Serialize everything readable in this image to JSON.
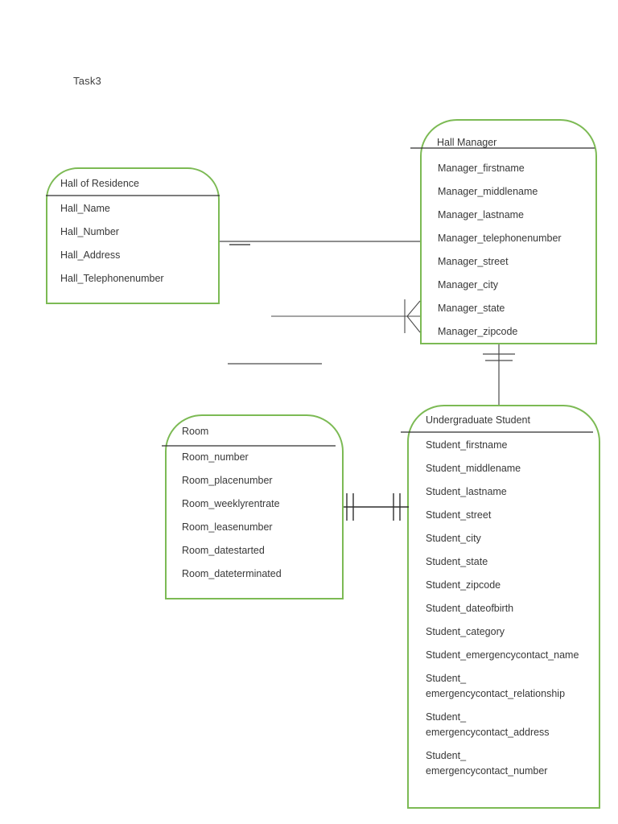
{
  "page": {
    "task_label": "Task3"
  },
  "diagram": {
    "type": "entity-relationship-diagram",
    "colors": {
      "entity_border": "#7cba54",
      "connector_line": "#4a4a4a",
      "title_underline": "#2f2f2f",
      "text": "#383838",
      "background": "#ffffff"
    },
    "entities": [
      {
        "id": "hall-of-residence",
        "title": "Hall of Residence",
        "attributes": [
          "Hall_Name",
          "Hall_Number",
          "Hall_Address",
          "Hall_Telephonenumber"
        ]
      },
      {
        "id": "hall-manager",
        "title": "Hall Manager",
        "attributes": [
          "Manager_firstname",
          "Manager_middlename",
          "Manager_lastname",
          "Manager_telephonenumber",
          "Manager_street",
          "Manager_city",
          "Manager_state",
          "Manager_zipcode"
        ]
      },
      {
        "id": "room",
        "title": "Room",
        "attributes": [
          "Room_number",
          "Room_placenumber",
          "Room_weeklyrentrate",
          "Room_leasenumber",
          "Room_datestarted",
          "Room_dateterminated"
        ]
      },
      {
        "id": "undergraduate-student",
        "title": "Undergraduate Student",
        "attributes": [
          "Student_firstname",
          "Student_middlename",
          "Student_lastname",
          "Student_street",
          "Student_city",
          "Student_state",
          "Student_zipcode",
          "Student_dateofbirth",
          "Student_category",
          "Student_emergencycontact_name",
          "Student_\nemergencycontact_relationship",
          "Student_\nemergencycontact_address",
          "Student_\nemergencycontact_number"
        ]
      }
    ],
    "relationships": [
      {
        "from": "Hall of Residence",
        "to": "Hall Manager",
        "shape": "horizontal line with short dash mark near Hall of Residence end"
      },
      {
        "from": "(open end)",
        "to": "Hall Manager",
        "shape": "horizontal line ending in crow's foot with vertical tick at Hall Manager left edge"
      },
      {
        "from": "Hall Manager",
        "to": "Undergraduate Student",
        "shape": "vertical line with two horizontal tick bars (one-and-only-one)"
      },
      {
        "from": "Room",
        "to": "Undergraduate Student",
        "shape": "horizontal line with double vertical ticks at both ends (one-and-only-one to one-and-only-one)"
      },
      {
        "from": "(floating)",
        "to": "(floating)",
        "shape": "standalone short horizontal line segment"
      }
    ]
  }
}
